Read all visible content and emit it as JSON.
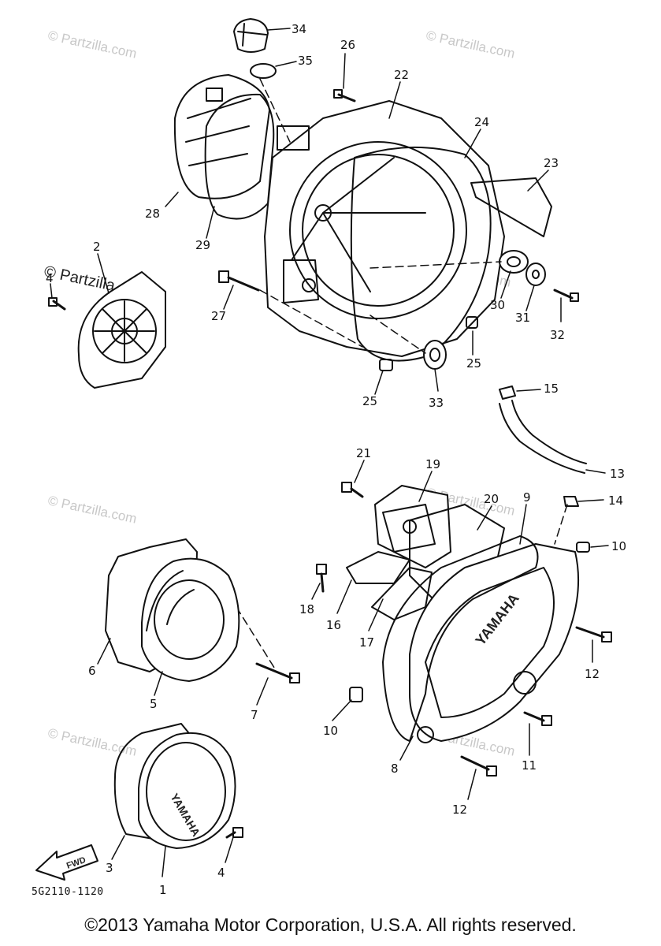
{
  "watermark": "© Partzilla.com",
  "diagram_code": "5G2110-1120",
  "copyright": "©2013 Yamaha Motor Corporation, U.S.A. All rights reserved.",
  "emblems": {
    "yamaha": "YAMAHA",
    "fwd": "FWD"
  },
  "callouts": {
    "c1": "1",
    "c2": "2",
    "c3": "3",
    "c4a": "4",
    "c4b": "4",
    "c5": "5",
    "c6": "6",
    "c7": "7",
    "c8": "8",
    "c9": "9",
    "c10a": "10",
    "c10b": "10",
    "c11": "11",
    "c12a": "12",
    "c12b": "12",
    "c13": "13",
    "c14": "14",
    "c15": "15",
    "c16": "16",
    "c17": "17",
    "c18": "18",
    "c19": "19",
    "c20": "20",
    "c21": "21",
    "c22": "22",
    "c23": "23",
    "c24": "24",
    "c25a": "25",
    "c25b": "25",
    "c26": "26",
    "c27": "27",
    "c28": "28",
    "c29": "29",
    "c30": "30",
    "c31": "31",
    "c32": "32",
    "c33": "33",
    "c34": "34",
    "c35": "35"
  }
}
